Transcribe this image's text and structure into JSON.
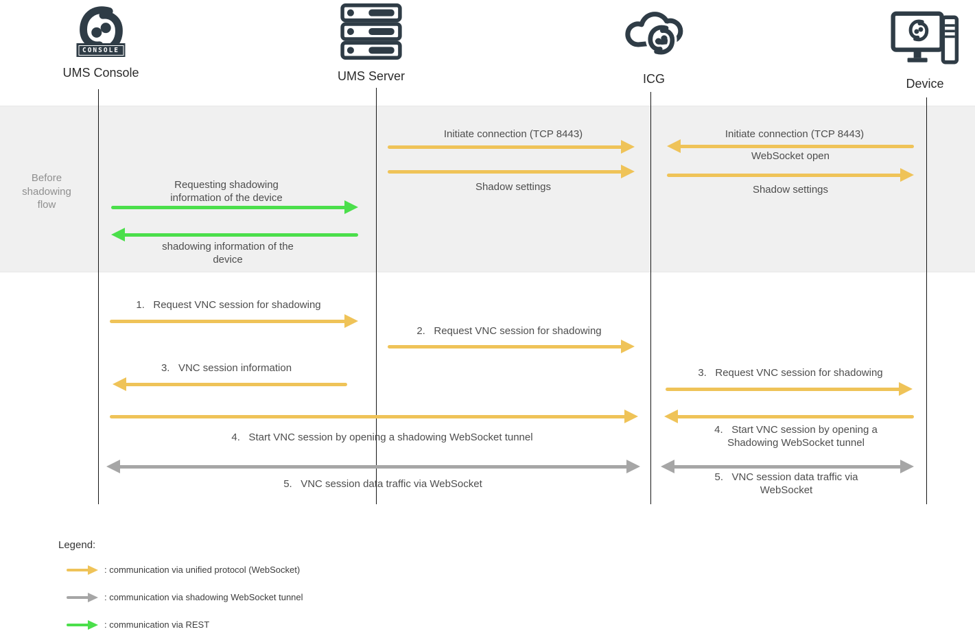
{
  "colors": {
    "unified_protocol": "#EFC358",
    "websocket_tunnel": "#A6A6A6",
    "rest": "#4BDF4B",
    "icon": "#2F3C46",
    "band_bg": "#F0F0F0"
  },
  "actors": {
    "console": {
      "label": "UMS Console",
      "badge": "CONSOLE"
    },
    "server": {
      "label": "UMS Server"
    },
    "icg": {
      "label": "ICG"
    },
    "device": {
      "label": "Device"
    }
  },
  "before_shadowing": {
    "section_label": "Before\nshadowing\nflow",
    "messages": {
      "initiate_server_icg": "Initiate connection (TCP 8443)",
      "shadow_settings_server_icg": "Shadow settings",
      "initiate_device_icg": "Initiate connection (TCP 8443)",
      "websocket_open": "WebSocket open",
      "shadow_settings_icg_device": "Shadow settings",
      "requesting_shadowing_info": "Requesting shadowing\ninformation of the device",
      "shadowing_info": "shadowing information of the\ndevice"
    }
  },
  "shadowing_flow": {
    "messages": {
      "step1": "1.   Request VNC session for shadowing",
      "step2": "2.   Request VNC session for shadowing",
      "step3_info": "3.   VNC session information",
      "step3_request": "3.   Request VNC session for shadowing",
      "step4_console_icg": "4.   Start VNC session by opening a shadowing WebSocket tunnel",
      "step4_device_icg": "4.   Start VNC session by opening a\nShadowing WebSocket tunnel",
      "step5_console_icg": "5.   VNC session data traffic via WebSocket",
      "step5_device_icg": "5.   VNC session data traffic via\nWebSocket"
    }
  },
  "legend": {
    "title": "Legend:",
    "items": [
      {
        "label": ": communication via unified protocol (WebSocket)",
        "type": "unified_protocol"
      },
      {
        "label": ": communication via shadowing WebSocket tunnel",
        "type": "websocket_tunnel"
      },
      {
        "label": ": communication via REST",
        "type": "rest"
      }
    ]
  }
}
